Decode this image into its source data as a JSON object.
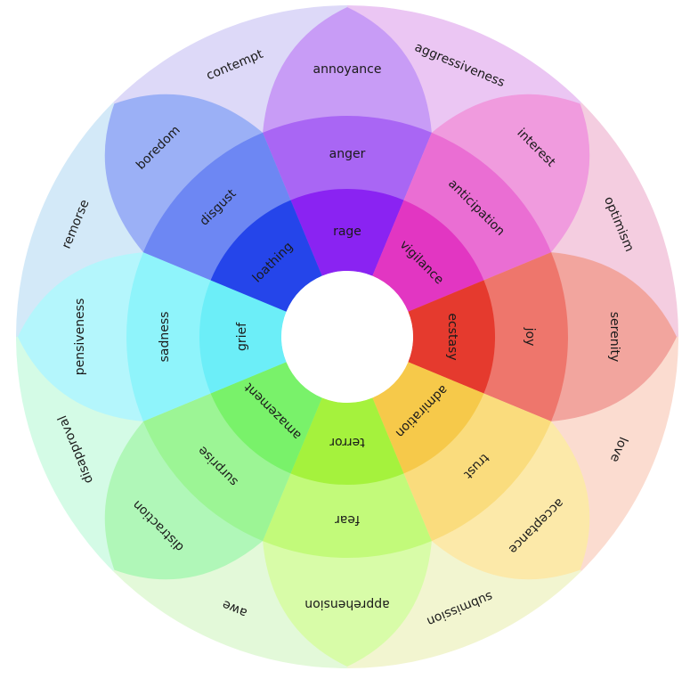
{
  "emotions": [
    {
      "core": "rage",
      "primary": "anger",
      "mild": "annoyance",
      "dyad": "aggressiveness",
      "colors": {
        "core": "#8a23f2",
        "primary": "#a966f4",
        "mild": "#c89cf6",
        "dyad": "#ebc6f3"
      }
    },
    {
      "core": "vigilance",
      "primary": "anticipation",
      "mild": "interest",
      "dyad": "optimism",
      "colors": {
        "core": "#e236c2",
        "primary": "#ea6ed3",
        "mild": "#f09bde",
        "dyad": "#f4cde0"
      }
    },
    {
      "core": "ecstasy",
      "primary": "joy",
      "mild": "serenity",
      "dyad": "love",
      "colors": {
        "core": "#e53a2e",
        "primary": "#ee766c",
        "mild": "#f2a59e",
        "dyad": "#fbdcd0"
      }
    },
    {
      "core": "admiration",
      "primary": "trust",
      "mild": "acceptance",
      "dyad": "submission",
      "colors": {
        "core": "#f6c94a",
        "primary": "#fadc7d",
        "mild": "#fce9a9",
        "dyad": "#f2f5d0"
      }
    },
    {
      "core": "terror",
      "primary": "fear",
      "mild": "apprehension",
      "dyad": "awe",
      "colors": {
        "core": "#a5f23d",
        "primary": "#c2fa7a",
        "mild": "#d8fca8",
        "dyad": "#e3f9d9"
      }
    },
    {
      "core": "amazement",
      "primary": "surprise",
      "mild": "distraction",
      "dyad": "disapproval",
      "colors": {
        "core": "#79f26a",
        "primary": "#9cf595",
        "mild": "#b0f7b8",
        "dyad": "#d4fbe6"
      }
    },
    {
      "core": "grief",
      "primary": "sadness",
      "mild": "pensiveness",
      "dyad": "remorse",
      "colors": {
        "core": "#6ceef8",
        "primary": "#8ff4fb",
        "mild": "#b4f6fc",
        "dyad": "#d3e9f8"
      }
    },
    {
      "core": "loathing",
      "primary": "disgust",
      "mild": "boredom",
      "dyad": "contempt",
      "colors": {
        "core": "#2545ea",
        "primary": "#6d87f3",
        "mild": "#9bb0f6",
        "dyad": "#ddd9f8"
      }
    }
  ]
}
